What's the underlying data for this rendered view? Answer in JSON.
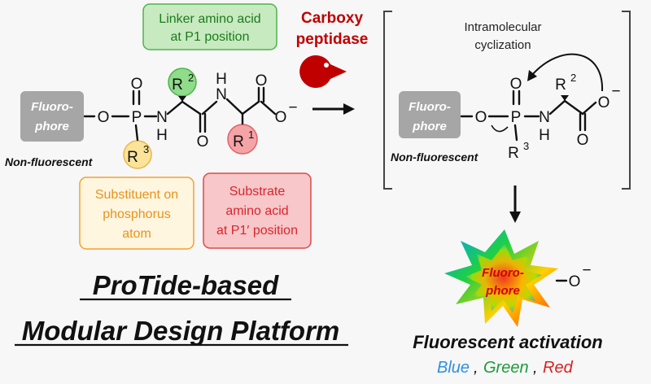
{
  "labels": {
    "fluorophore_box_line1": "Fluoro-",
    "fluorophore_box_line2": "phore",
    "non_fluorescent": "Non-fluorescent",
    "enzyme_line1": "Carboxy",
    "enzyme_line2": "peptidase",
    "cyclization_line1": "Intramolecular",
    "cyclization_line2": "cyclization",
    "linker_line1": "Linker amino acid",
    "linker_line2": "at P1 position",
    "substituent_line1": "Substituent on",
    "substituent_line2": "phosphorus",
    "substituent_line3": "atom",
    "substrate_line1": "Substrate",
    "substrate_line2": "amino acid",
    "substrate_line3": "at P1′ position",
    "title_line1": "ProTide-based",
    "title_line2": "Modular Design Platform",
    "activation_title": "Fluorescent activation",
    "color_blue": "Blue",
    "color_green": "Green",
    "color_red": "Red",
    "comma": ","
  },
  "atoms": {
    "O": "O",
    "P": "P",
    "N": "N",
    "H": "H",
    "R": "R",
    "sup2": "2",
    "sup3": "3",
    "sup1": "1",
    "minus": "−",
    "dot": "·"
  },
  "colors": {
    "green_fill": "#c7eac0",
    "green_stroke": "#4fb34a",
    "yellow_fill": "#fbe39a",
    "orange_stroke": "#f0a030",
    "orange_text": "#e8921c",
    "pink_fill": "#f7c7c9",
    "red_stroke": "#e04848",
    "red_text": "#d9262d",
    "grey_box": "#a6a6a6",
    "enzyme_red": "#c00000",
    "blue": "#2e8fe0",
    "green": "#1e9a3a",
    "red": "#d92020"
  },
  "icons": [
    "pacman-enzyme-icon",
    "reaction-arrow-icon",
    "curved-arrow-icon",
    "starburst-icon"
  ]
}
